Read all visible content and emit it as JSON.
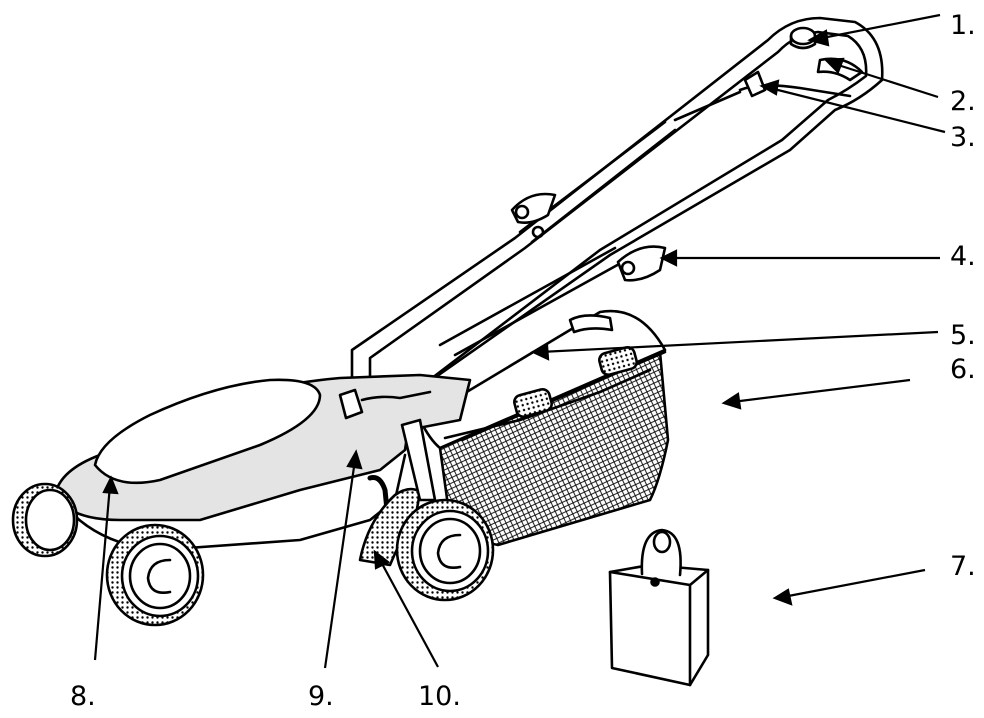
{
  "callouts": [
    {
      "id": "c1",
      "text": "1."
    },
    {
      "id": "c2",
      "text": "2."
    },
    {
      "id": "c3",
      "text": "3."
    },
    {
      "id": "c4",
      "text": "4."
    },
    {
      "id": "c5",
      "text": "5."
    },
    {
      "id": "c6",
      "text": "6."
    },
    {
      "id": "c7",
      "text": "7."
    },
    {
      "id": "c8",
      "text": "8."
    },
    {
      "id": "c9",
      "text": "9."
    },
    {
      "id": "c10",
      "text": "10."
    }
  ],
  "colors": {
    "ink": "#000000",
    "background": "#ffffff",
    "body_fill": "#e4e4e4"
  }
}
